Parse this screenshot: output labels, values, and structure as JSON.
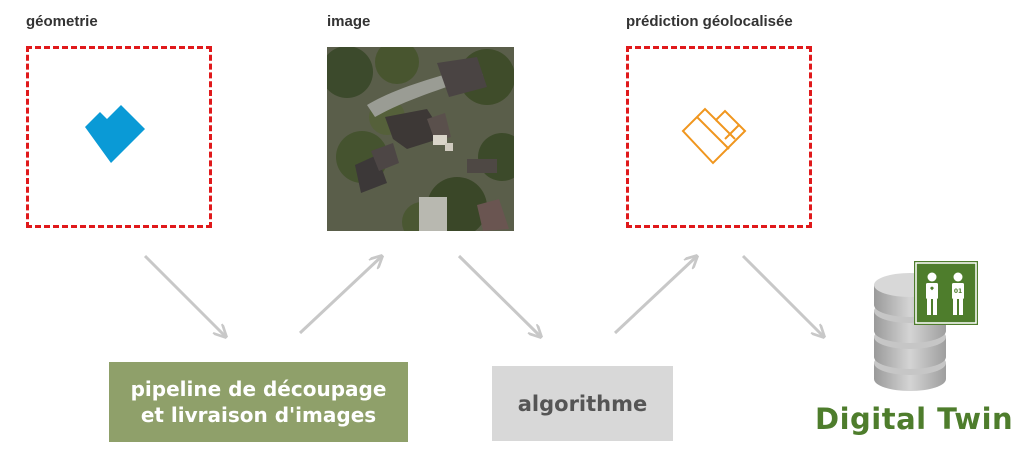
{
  "labels": {
    "geometry": "géometrie",
    "image": "image",
    "prediction": "prédiction géolocalisée"
  },
  "steps": {
    "pipeline_line1": "pipeline de découpage",
    "pipeline_line2": "et livraison d'images",
    "algorithm": "algorithme"
  },
  "output": {
    "title": "Digital Twin",
    "badge_text": "01"
  },
  "colors": {
    "dashed_border": "#e0191b",
    "geometry_fill": "#0a9ad6",
    "prediction_stroke": "#f0961e",
    "pipeline_bg": "#8fa06a",
    "algorithm_bg": "#d8d8d8",
    "digital_twin_green": "#4e7d2c",
    "arrow": "#c8c8c8"
  },
  "icons": [
    "building-footprint-icon",
    "aerial-photo",
    "predicted-footprint-icon",
    "database-icon",
    "twins-badge-icon"
  ]
}
